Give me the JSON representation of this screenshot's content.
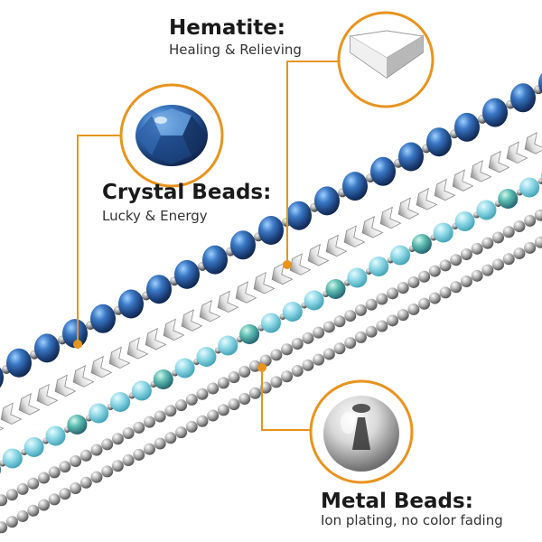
{
  "labels": {
    "hematite": {
      "title": "Hematite:",
      "subtitle": "Healing & Relieving"
    },
    "crystal": {
      "title": "Crystal Beads:",
      "subtitle": "Lucky & Energy"
    },
    "metal": {
      "title": "Metal Beads:",
      "subtitle": "Ion plating, no color fading"
    }
  },
  "colors": {
    "callout_line": "#e8931e",
    "crystal_blue": "#2c5d9e",
    "aqua_bead": "#8fd8e6",
    "hematite_silver": "#dcdcdc",
    "metal_bead": "#9a9a9a"
  },
  "icons": [
    "hematite-chevron-bead",
    "crystal-bead",
    "metal-bead"
  ]
}
